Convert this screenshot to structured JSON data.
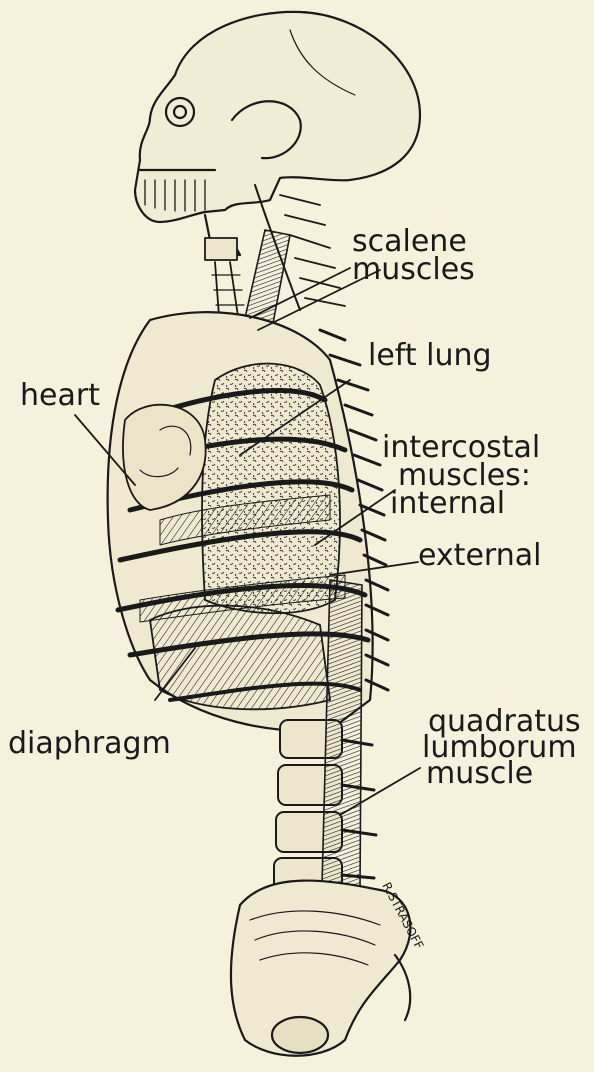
{
  "labels": {
    "scalene": [
      "scalene",
      "muscles"
    ],
    "left_lung": "left lung",
    "heart": "heart",
    "intercostal": [
      "intercostal",
      "muscles:",
      "internal"
    ],
    "external": "external",
    "diaphragm": "diaphragm",
    "quadratus": [
      "quadratus",
      "lumborum",
      "muscle"
    ],
    "signature": "R.STRASOFF"
  },
  "colors": {
    "background": "#f5f1dd",
    "ink": "#1a1a1a"
  }
}
